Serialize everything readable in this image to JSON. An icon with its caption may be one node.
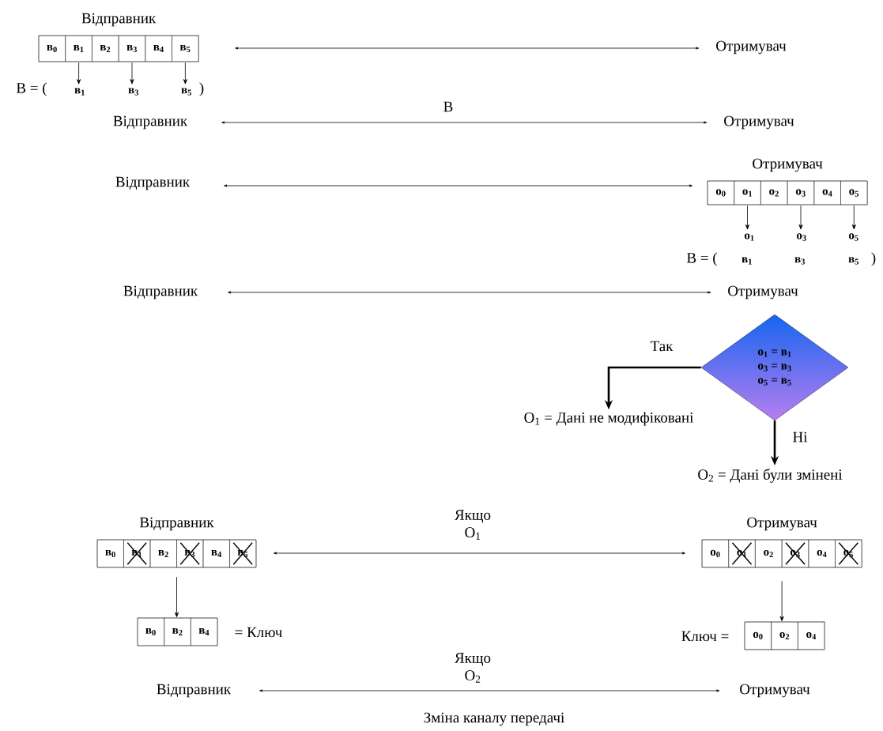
{
  "diagram": {
    "nodes": [
      {
        "text": [
          "Відправник"
        ]
      },
      {
        "text": [
          "в$_{0}$"
        ],
        "in": 0
      },
      {
        "text": [
          "в$_{1}$"
        ],
        "in": 0
      },
      {
        "text": [
          "в$_{2}$"
        ],
        "in": 0
      },
      {
        "text": [
          "в$_{3}$"
        ],
        "in": 0
      },
      {
        "text": [
          "в$_{4}$"
        ],
        "in": 0
      },
      {
        "text": [
          "в$_{5}$"
        ],
        "in": 0
      },
      {
        "text": [
          "в$_{1}$"
        ]
      },
      {
        "text": [
          "в$_{3}$"
        ]
      },
      {
        "text": [
          "в$_{5}$"
        ]
      },
      {
        "text": [
          "Отримувач"
        ]
      },
      {
        "text": [
          "Відправник"
        ]
      },
      {
        "text": [
          "Отримувач"
        ]
      },
      {
        "text": [
          "Відправник"
        ]
      },
      {
        "text": [
          "Отримувач"
        ]
      },
      {
        "text": [
          "о$_{0}$"
        ],
        "in": 14
      },
      {
        "text": [
          "о$_{1}$"
        ],
        "in": 14
      },
      {
        "text": [
          "о$_{2}$"
        ],
        "in": 14
      },
      {
        "text": [
          "о$_{3}$"
        ],
        "in": 14
      },
      {
        "text": [
          "о$_{4}$"
        ],
        "in": 14
      },
      {
        "text": [
          "о$_{5}$"
        ],
        "in": 14
      },
      {
        "text": [
          "о$_{1}$"
        ]
      },
      {
        "text": [
          "о$_{3}$"
        ]
      },
      {
        "text": [
          "о$_{5}$"
        ]
      },
      {
        "text": [
          "Відправник"
        ]
      },
      {
        "text": [
          "Отримувач"
        ]
      },
      {
        "text": [
          "о$_{1}$ =  в$_{1}$",
          "о$_{3}$ =  в$_{3}$",
          "о$_{5}$ =  в$_{5}$"
        ]
      },
      {
        "text": [
          "О$_{1}$ = Дані не модифіковані"
        ]
      },
      {
        "text": [
          "О$_{2}$ = Дані були змінені"
        ]
      },
      {
        "text": [
          "Відправник"
        ]
      },
      {
        "text": [
          "в$_{0}$"
        ],
        "in": 29
      },
      {
        "text": [
          "в$_{1}$"
        ],
        "in": 29
      },
      {
        "text": [
          "в$_{2}$"
        ],
        "in": 29
      },
      {
        "text": [
          "в$_{3}$"
        ],
        "in": 29
      },
      {
        "text": [
          "в$_{4}$"
        ],
        "in": 29
      },
      {
        "text": [
          "в$_{5}$"
        ],
        "in": 29
      },
      {
        "text": [
          "Отримувач"
        ]
      },
      {
        "text": [
          "о$_{0}$"
        ],
        "in": 36
      },
      {
        "text": [
          "о$_{1}$"
        ],
        "in": 36
      },
      {
        "text": [
          "о$_{2}$"
        ],
        "in": 36
      },
      {
        "text": [
          "о$_{3}$"
        ],
        "in": 36
      },
      {
        "text": [
          "о$_{4}$"
        ],
        "in": 36
      },
      {
        "text": [
          "о$_{5}$"
        ],
        "in": 36
      },
      {
        "text": [],
        "shape": "box",
        "beside": [
          "= Ключ"
        ]
      },
      {
        "text": [
          "в$_{0}$"
        ],
        "in": 43
      },
      {
        "text": [
          "в$_{2}$"
        ],
        "in": 43
      },
      {
        "text": [
          "в$_{4}$"
        ],
        "in": 43
      },
      {
        "text": [],
        "shape": "box",
        "beside": [
          "Ключ ="
        ]
      },
      {
        "text": [
          "о$_{0}$"
        ],
        "in": 47
      },
      {
        "text": [
          "о$_{2}$"
        ],
        "in": 47
      },
      {
        "text": [
          "о$_{4}$"
        ],
        "in": 47
      },
      {
        "text": [
          "Відправник"
        ]
      },
      {
        "text": [
          "Отримувач"
        ]
      }
    ],
    "edges": [
      {
        "from": 0,
        "to": 10,
        "arrow": "both"
      },
      {
        "from": 2,
        "to": 7,
        "arrow": "to"
      },
      {
        "from": 4,
        "to": 8,
        "arrow": "to"
      },
      {
        "from": 6,
        "to": 9,
        "arrow": "to"
      },
      {
        "from": 11,
        "to": 12,
        "arrow": "both",
        "label": "В"
      },
      {
        "from": 13,
        "to": 14,
        "arrow": "both"
      },
      {
        "from": 16,
        "to": 21,
        "arrow": "to"
      },
      {
        "from": 18,
        "to": 22,
        "arrow": "to"
      },
      {
        "from": 20,
        "to": 23,
        "arrow": "to"
      },
      {
        "from": 24,
        "to": 25,
        "arrow": "both"
      },
      {
        "from": 26,
        "to": 27,
        "arrow": "to",
        "label": "Так",
        "style": "thick"
      },
      {
        "from": 26,
        "to": 28,
        "arrow": "to",
        "label": "Ні",
        "style": "thick"
      },
      {
        "from": 29,
        "to": 36,
        "arrow": "both",
        "label": "Якщо О$_{1}$"
      },
      {
        "from": 29,
        "to": 43,
        "arrow": "to"
      },
      {
        "from": 36,
        "to": 47,
        "arrow": "to"
      },
      {
        "from": 51,
        "to": 52,
        "arrow": "both",
        "label": "Якщо О$_{2}$"
      }
    ],
    "labels": [
      "В = (",
      ")",
      "В = (",
      "в$_{1}$",
      "в$_{3}$",
      "в$_{5}$",
      ")",
      "Зміна каналу передачі"
    ]
  }
}
